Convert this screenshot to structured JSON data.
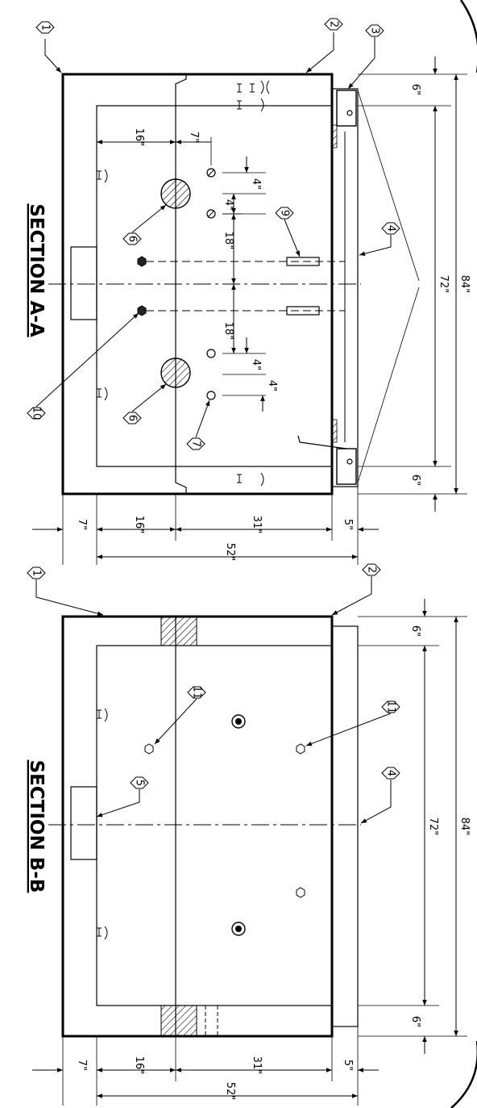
{
  "sections": {
    "a": {
      "title": "SECTION A-A",
      "dims": {
        "width_84": "84\"",
        "width_72": "72\"",
        "end_6_top": "6\"",
        "end_6_bottom": "6\"",
        "depth_7": "7\"",
        "depth_16": "16\"",
        "depth_31": "31\"",
        "depth_5": "5\"",
        "depth_52": "52\"",
        "inner_16": "16\"",
        "inner_7": "7\"",
        "space_4a": "4\"",
        "space_4b": "4\"",
        "space_18a": "18\"",
        "space_18b": "18\"",
        "space_4c": "4\"",
        "space_4d": "4\""
      },
      "callouts": [
        "1",
        "2",
        "3",
        "4",
        "6",
        "6",
        "7",
        "9",
        "10"
      ]
    },
    "b": {
      "title": "SECTION B-B",
      "dims": {
        "width_84": "84\"",
        "width_72": "72\"",
        "end_6_top": "6\"",
        "end_6_bottom": "6\"",
        "depth_7": "7\"",
        "depth_16": "16\"",
        "depth_31": "31\"",
        "depth_5": "5\"",
        "depth_52": "52\""
      },
      "callouts": [
        "1",
        "2",
        "4",
        "5",
        "11",
        "11"
      ]
    }
  }
}
